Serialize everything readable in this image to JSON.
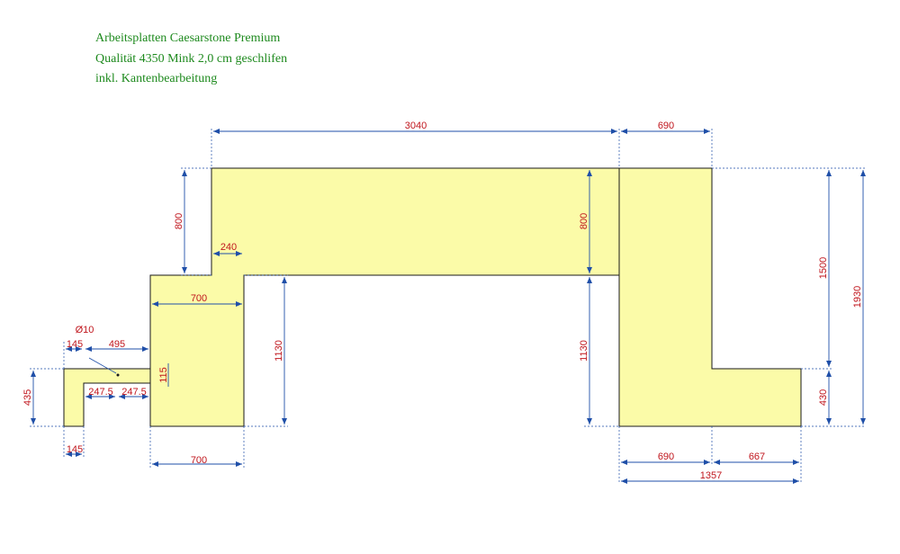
{
  "header": {
    "line1": "Arbeitsplatten Caesarstone Premium",
    "line2": "Qualität 4350 Mink 2,0 cm geschlifen",
    "line3": "inkl. Kantenbearbeitung"
  },
  "colors": {
    "panel_fill": "#fbfba8",
    "panel_stroke": "#1a1a1a",
    "dimension_line": "#1f4fa8",
    "dimension_text": "#c0161d",
    "header_text": "#1e8a1e"
  },
  "dimensions": {
    "top_width_main": "3040",
    "top_width_right": "690",
    "left_height_top": "800",
    "inner_height_top": "800",
    "small_offset": "240",
    "middle_block_width_top": "700",
    "middle_block_width_bottom": "700",
    "hole_diameter": "Ø10",
    "small_piece_width": "145",
    "gap_width": "495",
    "small_piece_width_bottom": "145",
    "half_left": "247.5",
    "half_right": "247.5",
    "small_height": "115",
    "left_height": "435",
    "center_left_height": "1130",
    "center_right_height": "1130",
    "right_height_upper": "1500",
    "right_height_total": "1930",
    "right_height_lower": "430",
    "bottom_right_col": "690",
    "bottom_right_ext": "667",
    "bottom_right_total": "1357"
  }
}
